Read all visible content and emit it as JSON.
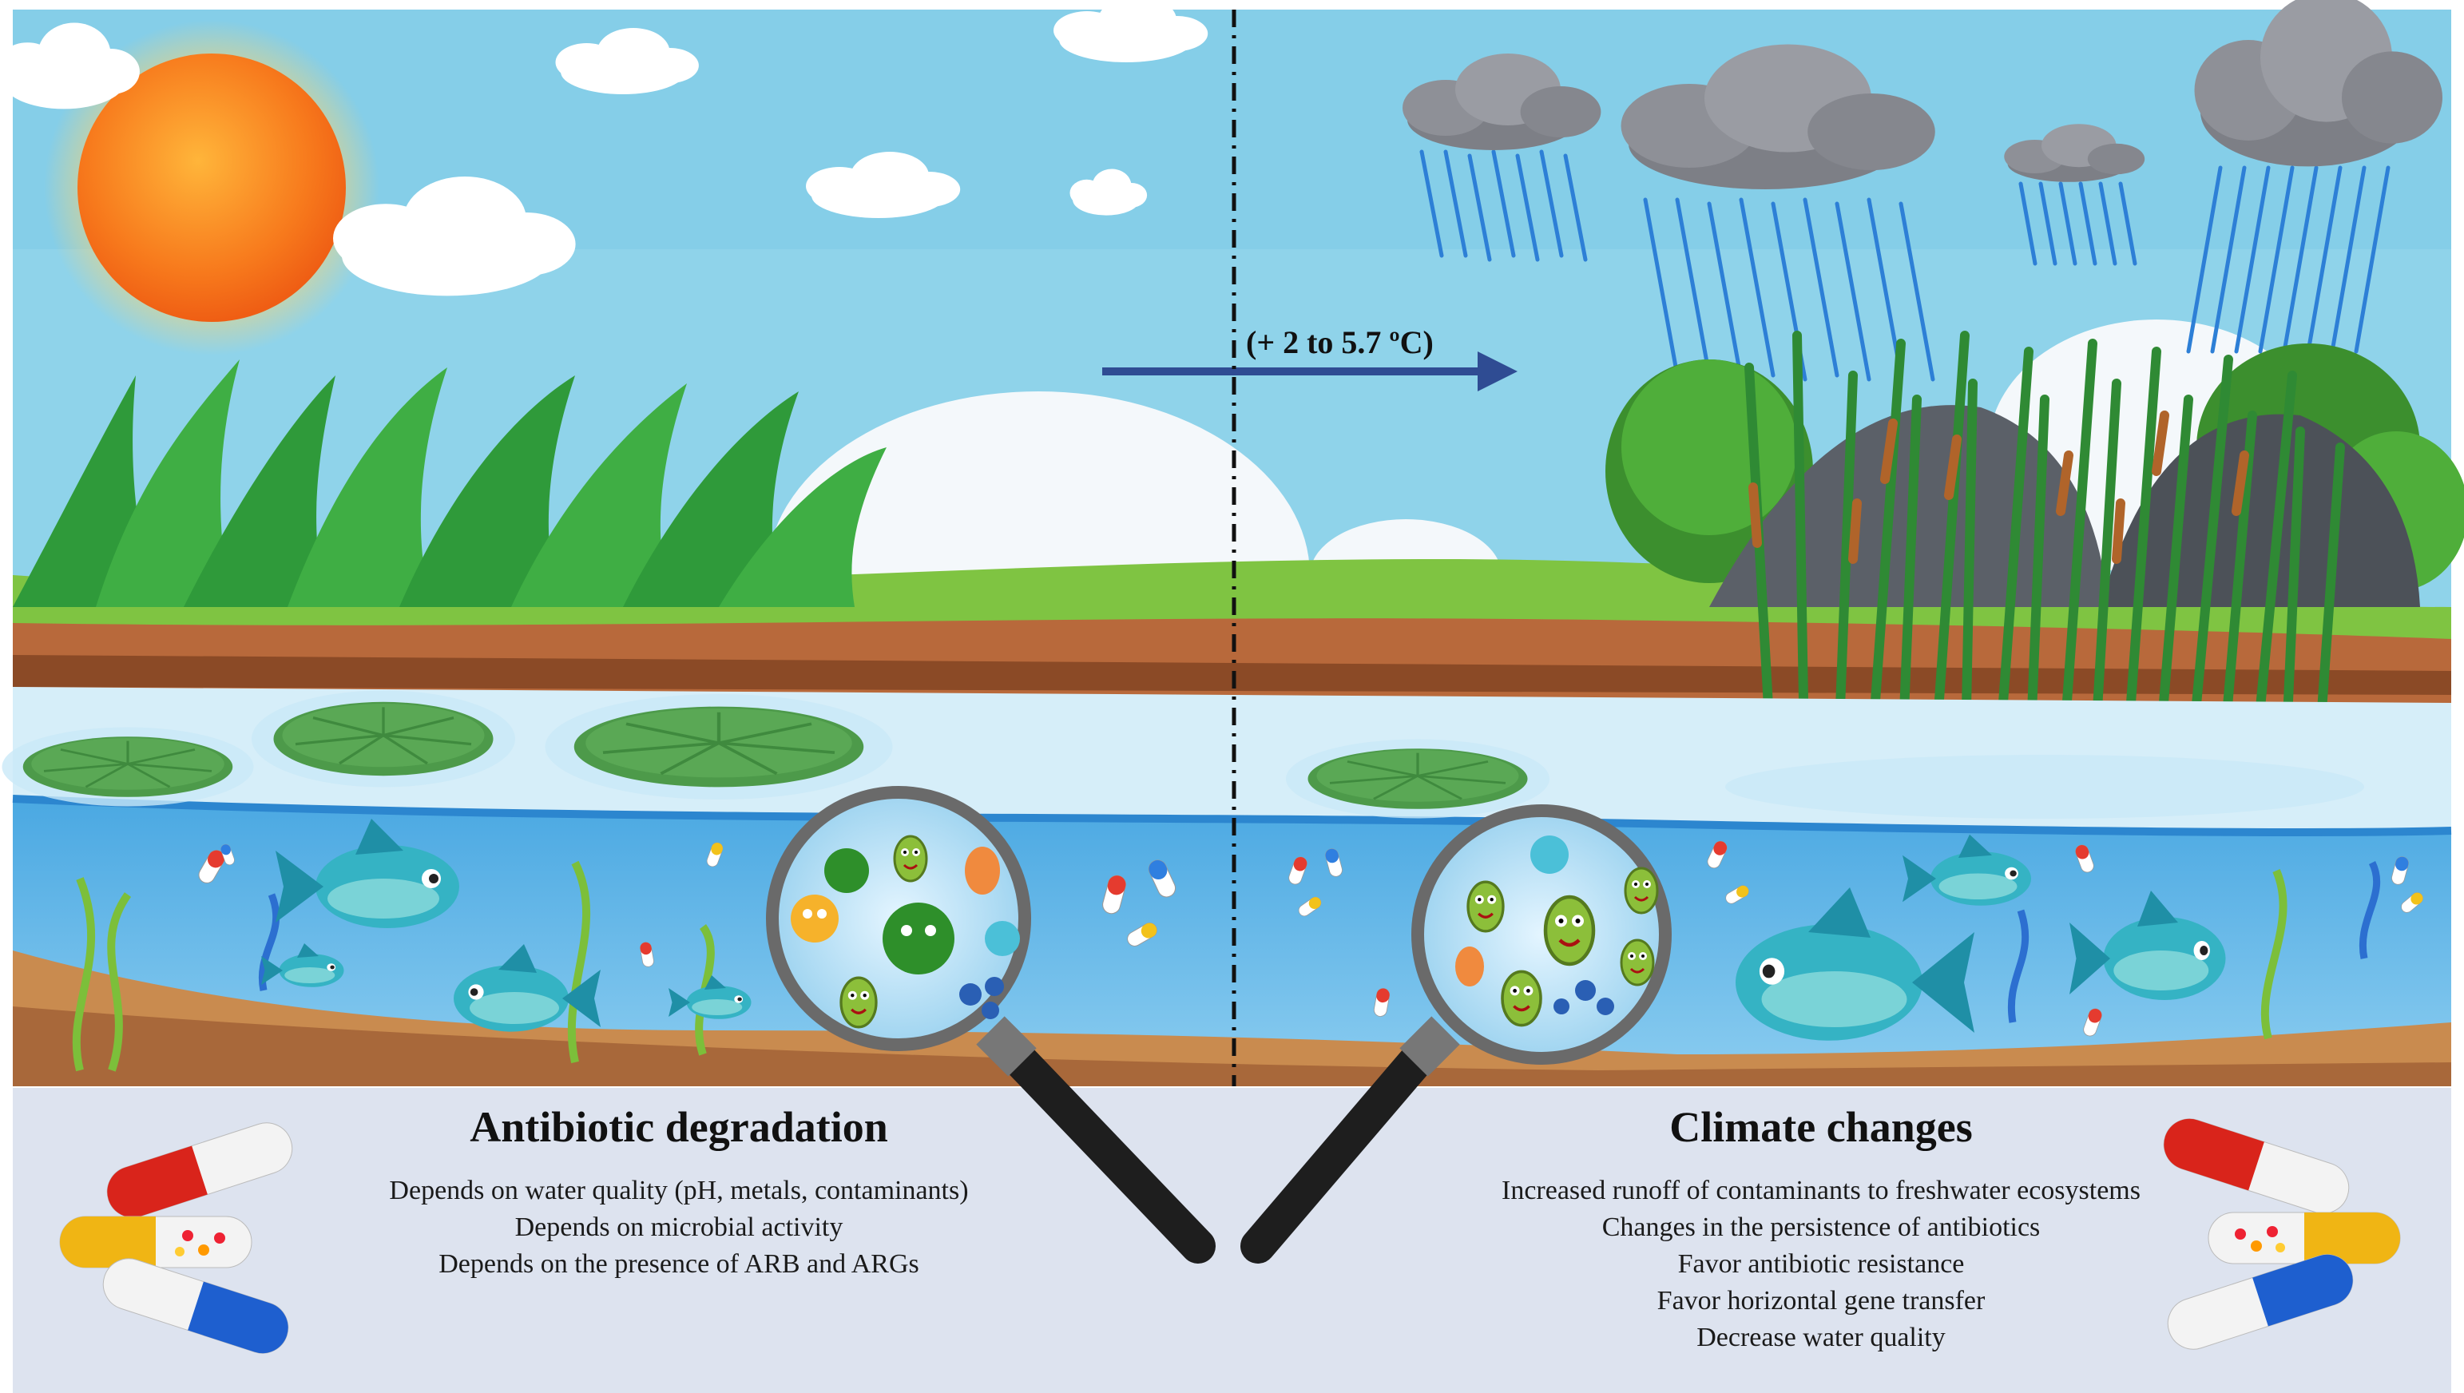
{
  "temperature_label": "(+ 2 to 5.7 ºC)",
  "left_panel": {
    "title": "Antibiotic degradation",
    "points": [
      "Depends on water quality (pH, metals, contaminants)",
      "Depends on microbial activity",
      "Depends on the presence of ARB and ARGs"
    ]
  },
  "right_panel": {
    "title": "Climate changes",
    "points": [
      "Increased runoff of contaminants to freshwater ecosystems",
      "Changes in the persistence of antibiotics",
      "Favor antibiotic resistance",
      "Favor horizontal gene transfer",
      "Decrease water quality"
    ]
  },
  "colors": {
    "sky": "#8fd3ea",
    "water": "#5fb6e6",
    "caption_band": "#dde3ef",
    "arrow": "#2f4c93",
    "sun": "#f7901e"
  }
}
